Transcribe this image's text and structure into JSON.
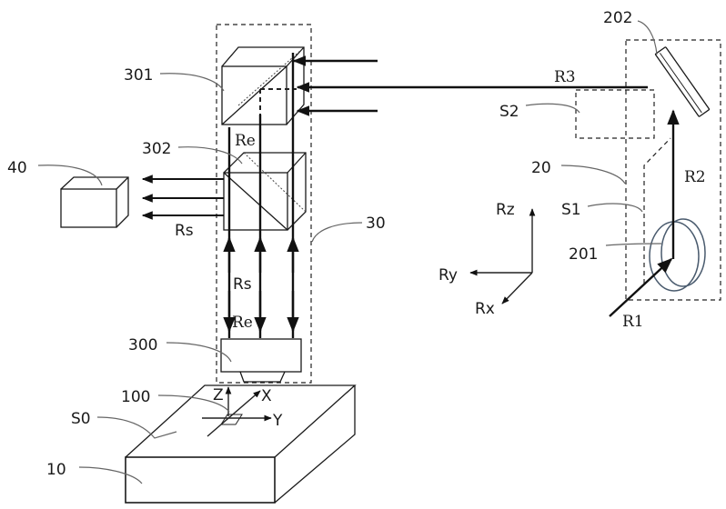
{
  "figure": {
    "type": "optical-system-schematic",
    "labels": {
      "beam_splitter_1": "301",
      "beam_splitter_2": "302",
      "detector": "40",
      "module_30": "30",
      "objective": "300",
      "sample_point": "100",
      "surface": "S0",
      "stage": "10",
      "module_20": "20",
      "mirror": "202",
      "lens": "201",
      "region_s1": "S1",
      "region_s2": "S2"
    },
    "beams": {
      "r1": "R1",
      "r2": "R2",
      "r3": "R3",
      "re_top": "Re",
      "re_bottom": "Re",
      "rs_left": "Rs",
      "rs_middle": "Rs"
    },
    "axes_sample": {
      "z": "Z",
      "x": "X",
      "y": "Y"
    },
    "axes_rotation": {
      "rz": "Rz",
      "ry": "Ry",
      "rx": "Rx"
    }
  }
}
